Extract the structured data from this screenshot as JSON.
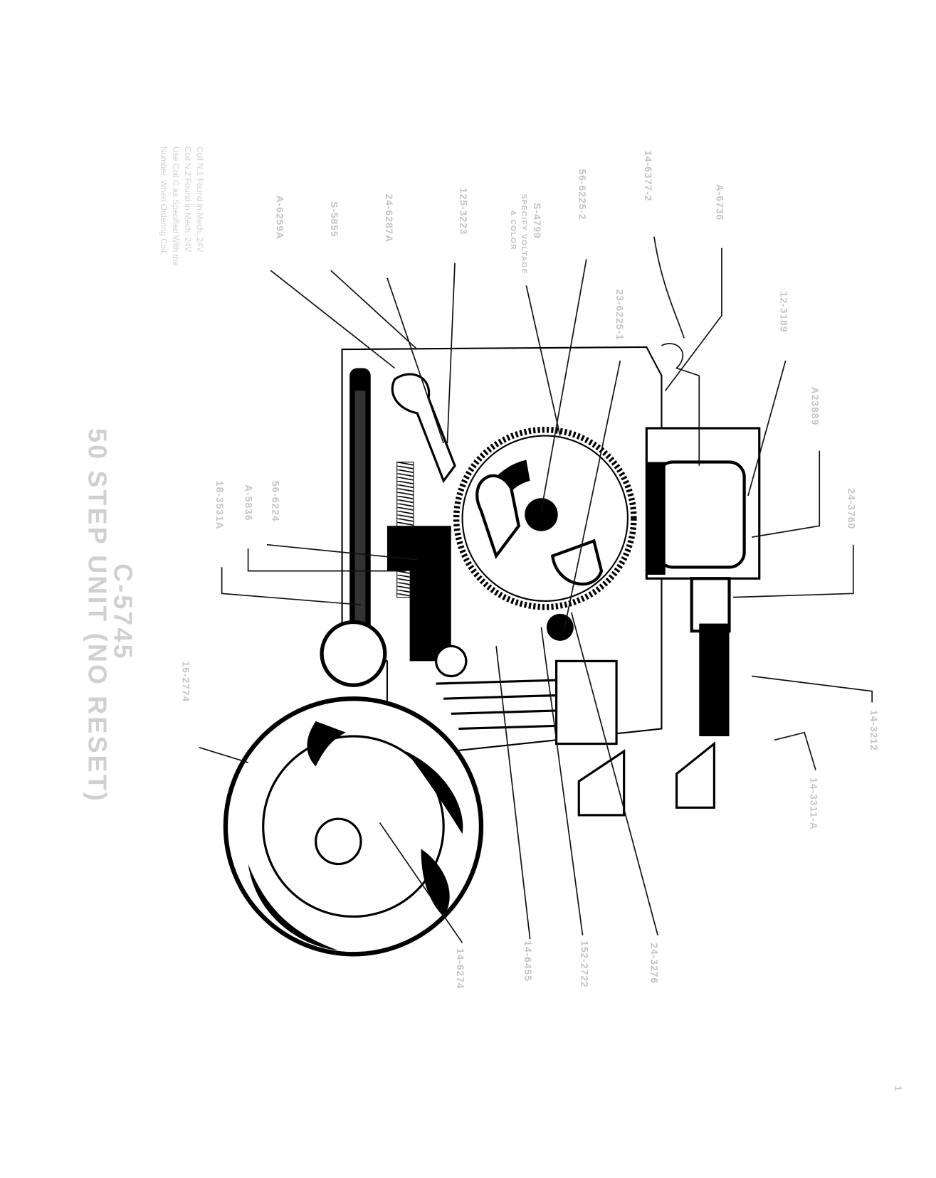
{
  "title": {
    "line1": "50 STEP UNIT (NO RESET)",
    "line2": "C-5745"
  },
  "note": {
    "lines": [
      "Coil N.1 Found in Mech. 24V",
      "Coil N.2 Found in Mech. 24V",
      "Use Coil C as Specified With the",
      "Number. When Ordering Coil."
    ]
  },
  "labels": {
    "a6259a": "A-6259A",
    "s5855": "S-5855",
    "p24_6287a": "24-6287A",
    "p125_3223": "125-3223",
    "s4799": "S-4799",
    "specify_voltage": "SPECIFY VOLTAGE",
    "and_color": "& COLOR",
    "p56_6225_2": "56-6225-2",
    "p23_6225_1": "23-6225-1",
    "p14_6377_2": "14-6377-2",
    "a6736": "A-6736",
    "p12_3189": "12-3189",
    "a23889": "A23889",
    "p24_3760": "24-3760",
    "p14_3212": "14-3212",
    "p14_3311a": "14-3311-A",
    "p16_2774": "16-2774",
    "p18_3531a": "18-3531A",
    "a5836": "A-5836",
    "p56_6224": "56-6224",
    "p14_6274": "14-6274",
    "p14_6455": "14-6455",
    "p152_2722": "152-2722",
    "p24_3276": "24-3276"
  },
  "page_number": "1"
}
